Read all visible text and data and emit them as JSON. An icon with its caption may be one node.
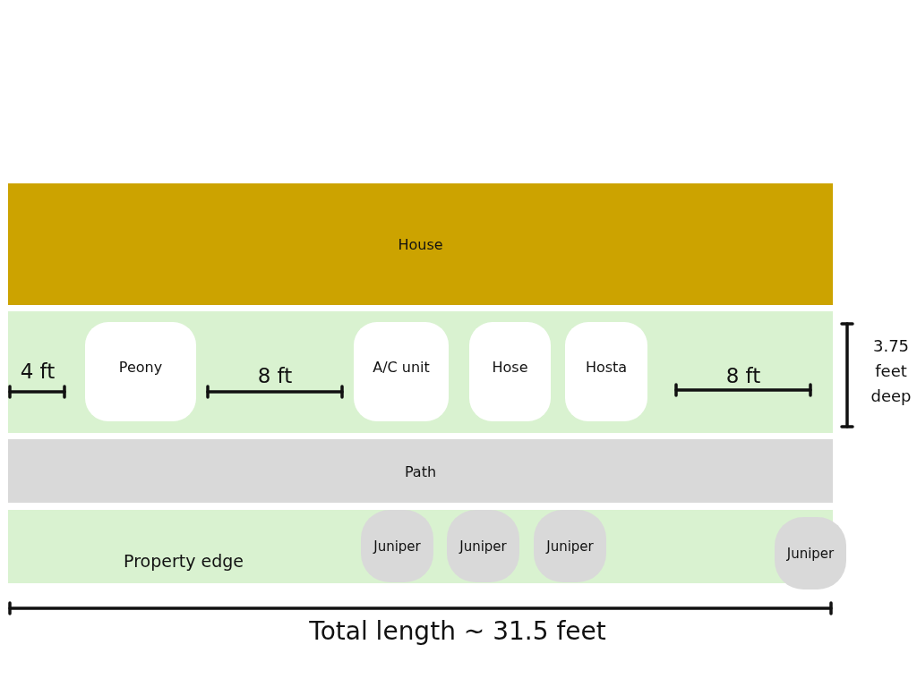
{
  "diagram": {
    "nodes": [
      {
        "text": [
          "House"
        ]
      },
      {
        "text": [],
        "shape": "box"
      },
      {
        "text": [
          "Peony"
        ],
        "in": 1
      },
      {
        "text": [
          "A/C unit"
        ],
        "in": 1
      },
      {
        "text": [
          "Hose"
        ],
        "in": 1
      },
      {
        "text": [
          "Hosta"
        ],
        "in": 1
      },
      {
        "text": [
          "Path"
        ]
      },
      {
        "text": [
          "Property edge"
        ]
      },
      {
        "text": [
          "Juniper"
        ],
        "in": 7
      },
      {
        "text": [
          "Juniper"
        ],
        "in": 7
      },
      {
        "text": [
          "Juniper"
        ],
        "in": 7
      },
      {
        "text": [
          "Juniper"
        ]
      }
    ],
    "edges": [],
    "labels": [
      "4 ft",
      "8 ft",
      "8 ft",
      "3.75 feet deep",
      "Total length ~ 31.5 feet"
    ]
  }
}
